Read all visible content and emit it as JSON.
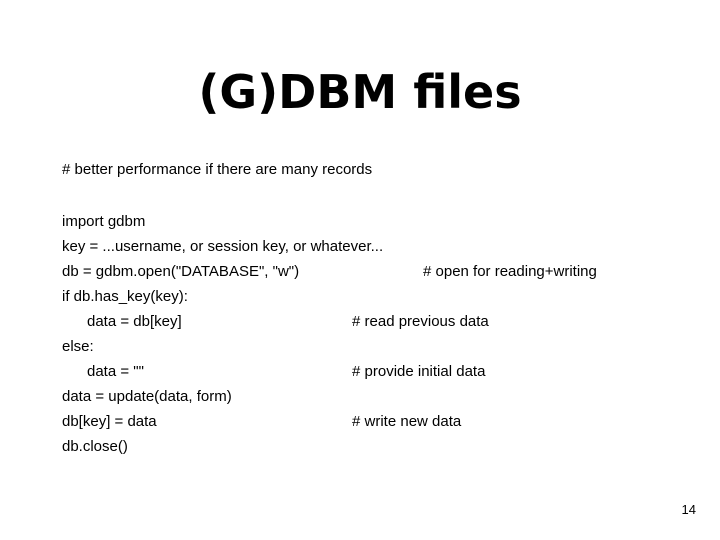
{
  "slide": {
    "title": "(G)DBM files",
    "intro_comment": "# better performance if there are many records",
    "page_number": "14",
    "background_color": "#ffffff",
    "text_color": "#000000"
  },
  "code": {
    "lines": [
      {
        "code": "import gdbm",
        "comment": ""
      },
      {
        "code": "key = ...username, or session key, or whatever...",
        "comment": ""
      },
      {
        "code": "db = gdbm.open(\"DATABASE\", \"w\")",
        "comment": "# open for reading+writing"
      },
      {
        "code": "if db.has_key(key):",
        "comment": ""
      },
      {
        "code": "data = db[key]",
        "comment": "# read previous data"
      },
      {
        "code": "else:",
        "comment": ""
      },
      {
        "code": "data = \"\"",
        "comment": "# provide initial data"
      },
      {
        "code": "data = update(data, form)",
        "comment": ""
      },
      {
        "code": "db[key] = data",
        "comment": "# write new data"
      },
      {
        "code": "db.close()",
        "comment": ""
      }
    ]
  }
}
